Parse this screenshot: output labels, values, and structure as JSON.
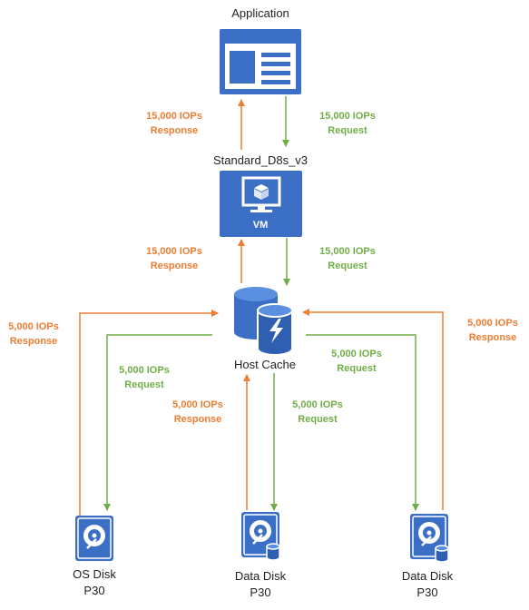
{
  "nodes": {
    "application": {
      "title": "Application"
    },
    "vm": {
      "title": "Standard_D8s_v3",
      "inner_label": "VM"
    },
    "host_cache": {
      "title": "Host Cache"
    },
    "os_disk": {
      "name": "OS Disk",
      "tier": "P30"
    },
    "data_disk_1": {
      "name": "Data Disk",
      "tier": "P30"
    },
    "data_disk_2": {
      "name": "Data Disk",
      "tier": "P30"
    }
  },
  "flows": {
    "app_vm_response": {
      "value": "15,000 IOPs",
      "kind": "Response"
    },
    "app_vm_request": {
      "value": "15,000 IOPs",
      "kind": "Request"
    },
    "vm_cache_response": {
      "value": "15,000 IOPs",
      "kind": "Response"
    },
    "vm_cache_request": {
      "value": "15,000 IOPs",
      "kind": "Request"
    },
    "os_response": {
      "value": "5,000 IOPs",
      "kind": "Response"
    },
    "os_request": {
      "value": "5,000 IOPs",
      "kind": "Request"
    },
    "data1_response": {
      "value": "5,000 IOPs",
      "kind": "Response"
    },
    "data1_request": {
      "value": "5,000 IOPs",
      "kind": "Request"
    },
    "data2_response": {
      "value": "5,000 IOPs",
      "kind": "Response"
    },
    "data2_request": {
      "value": "5,000 IOPs",
      "kind": "Request"
    }
  },
  "colors": {
    "response": "#ED7D31",
    "request": "#70AD47",
    "icon": "#3B6FC6"
  },
  "icons": {
    "application": "application-window-icon",
    "vm": "virtual-machine-icon",
    "host_cache": "cache-database-icon",
    "disk": "hard-disk-icon"
  }
}
